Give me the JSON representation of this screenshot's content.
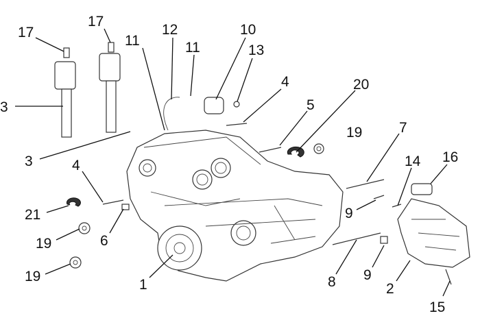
{
  "diagram": {
    "type": "exploded-parts-diagram",
    "callouts": [
      "17",
      "17",
      "3",
      "3",
      "11",
      "12",
      "11",
      "10",
      "13",
      "4",
      "5",
      "20",
      "19",
      "7",
      "4",
      "21",
      "6",
      "19",
      "19",
      "1",
      "14",
      "16",
      "9",
      "9",
      "8",
      "2",
      "15"
    ]
  }
}
